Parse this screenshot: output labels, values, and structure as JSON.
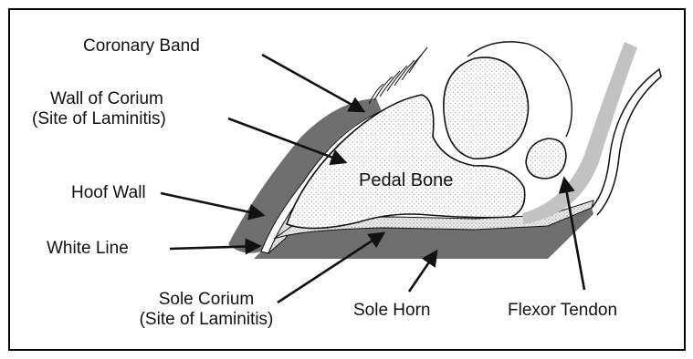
{
  "diagram": {
    "labels": {
      "coronary_band": "Coronary Band",
      "wall_corium_line1": "Wall of Corium",
      "wall_corium_line2": "(Site of Laminitis)",
      "hoof_wall": "Hoof Wall",
      "white_line": "White Line",
      "pedal_bone": "Pedal Bone",
      "sole_corium_line1": "Sole Corium",
      "sole_corium_line2": "(Site of Laminitis)",
      "sole_horn": "Sole Horn",
      "flexor_tendon": "Flexor Tendon"
    },
    "colors": {
      "hoof_gray": "#6f6f6f",
      "tendon_gray": "#c2c2c2",
      "dot_fill": "#e6e6e6",
      "ink": "#111111"
    }
  }
}
